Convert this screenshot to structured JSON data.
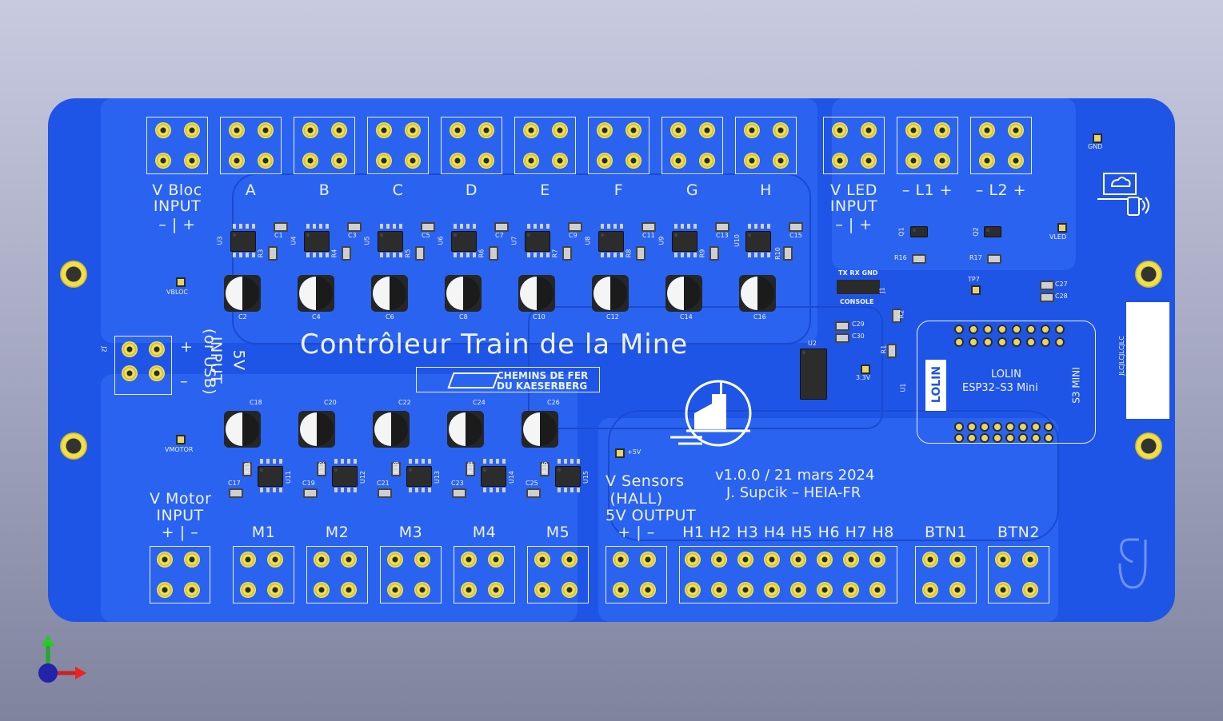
{
  "board": {
    "title": "Contrôleur Train de la Mine",
    "version": "v1.0.0 / 21 mars 2024",
    "author": "J. Supcik – HEIA-FR",
    "logo_text": "CHEMINS DE FER\nDU KAESERBERG",
    "jlc_text": "JLCJLCJLCJLC"
  },
  "top_connectors": [
    {
      "label": "V Bloc",
      "sub": "INPUT",
      "sign": "–  |  +"
    },
    {
      "label": "A"
    },
    {
      "label": "B"
    },
    {
      "label": "C"
    },
    {
      "label": "D"
    },
    {
      "label": "E"
    },
    {
      "label": "F"
    },
    {
      "label": "G"
    },
    {
      "label": "H"
    },
    {
      "label": "V LED",
      "sub": "INPUT",
      "sign": "–  |  +"
    },
    {
      "label": "–  L1  +"
    },
    {
      "label": "–  L2  +"
    }
  ],
  "top_chips": [
    {
      "u": "U3",
      "c": "C1",
      "r": "R3",
      "cap": "C2"
    },
    {
      "u": "U4",
      "c": "C3",
      "r": "R4",
      "cap": "C4"
    },
    {
      "u": "U5",
      "c": "C5",
      "r": "R5",
      "cap": "C6"
    },
    {
      "u": "U6",
      "c": "C7",
      "r": "R6",
      "cap": "C8"
    },
    {
      "u": "U7",
      "c": "C9",
      "r": "R7",
      "cap": "C10"
    },
    {
      "u": "U8",
      "c": "C11",
      "r": "R8",
      "cap": "C12"
    },
    {
      "u": "U9",
      "c": "C13",
      "r": "R9",
      "cap": "C14"
    },
    {
      "u": "U10",
      "c": "C15",
      "r": "R10",
      "cap": "C16"
    }
  ],
  "bottom_chips": [
    {
      "cap": "C18",
      "r": "R11",
      "u": "U11",
      "c": "C17"
    },
    {
      "cap": "C20",
      "r": "R12",
      "u": "U12",
      "c": "C19"
    },
    {
      "cap": "C22",
      "r": "R13",
      "u": "U13",
      "c": "C21"
    },
    {
      "cap": "C24",
      "r": "R14",
      "u": "U14",
      "c": "C23"
    },
    {
      "cap": "C26",
      "r": "R15",
      "u": "U15",
      "c": "C25"
    }
  ],
  "bottom_connectors": [
    {
      "label": "V Motor",
      "sub": "INPUT",
      "sign": "+  |  –"
    },
    {
      "label": "M1"
    },
    {
      "label": "M2"
    },
    {
      "label": "M3"
    },
    {
      "label": "M4"
    },
    {
      "label": "M5"
    },
    {
      "label": "V Sensors",
      "sub": "(HALL)",
      "sub2": "5V OUTPUT",
      "sign": "+  |  –"
    },
    {
      "label": "H1 H2 H3 H4 H5 H6 H7 H8"
    },
    {
      "label": "BTN1"
    },
    {
      "label": "BTN2"
    }
  ],
  "power_input": {
    "l1": "5V",
    "l2": "INPUT",
    "l3": "(or USB)",
    "ref": "J2",
    "plus": "+",
    "minus": "–"
  },
  "testpoints": {
    "vbloc": "VBLOC",
    "vmotor": "VMOTOR",
    "gnd": "GND",
    "vled": "VLED",
    "tp7": "TP7",
    "v33": "3.3V",
    "v5": "+5V"
  },
  "misc_refs": {
    "q1": "Q1",
    "q2": "Q2",
    "r16": "R16",
    "r17": "R17",
    "r1": "R1",
    "r2": "R2",
    "u2": "U2",
    "u1": "U1",
    "c27": "C27",
    "c28": "C28",
    "c29": "C29",
    "c30": "C30",
    "j1": "J1"
  },
  "console": {
    "pins": "TX RX GND",
    "label": "CONSOLE"
  },
  "module": {
    "brand": "LOLIN",
    "name": "LOLIN",
    "model": "ESP32–S3 Mini",
    "side": "S3 MINI"
  }
}
